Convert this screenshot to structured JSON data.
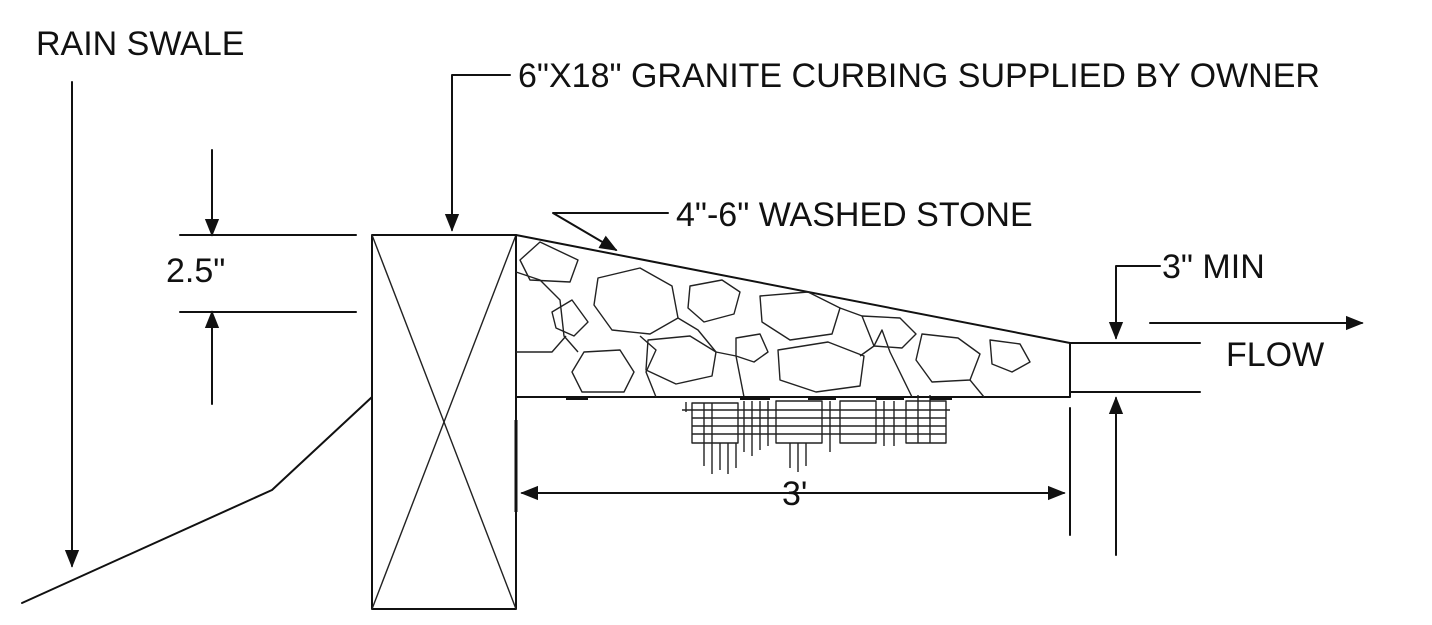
{
  "labels": {
    "rain_swale": "RAIN SWALE",
    "curbing": "6\"X18\" GRANITE CURBING SUPPLIED BY OWNER",
    "washed_stone": "4\"-6\" WASHED STONE",
    "depth_dim": "2.5\"",
    "min_dim": "3\" MIN",
    "flow": "FLOW",
    "width_dim": "3'"
  },
  "colors": {
    "ink": "#111111",
    "paper": "#ffffff"
  }
}
